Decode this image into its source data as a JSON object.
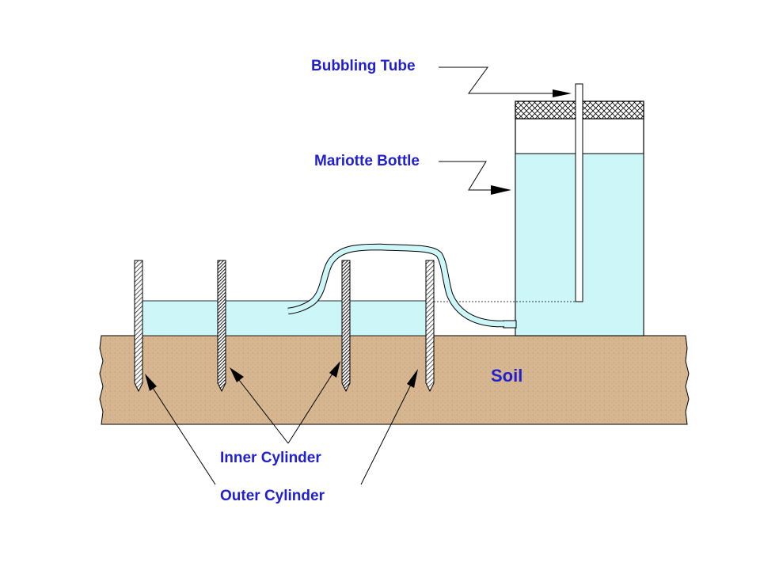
{
  "labels": {
    "bubbling_tube": "Bubbling Tube",
    "mariotte_bottle": "Mariotte Bottle",
    "soil": "Soil",
    "inner_cylinder": "Inner Cylinder",
    "outer_cylinder": "Outer Cylinder"
  },
  "colors": {
    "water": "#ccf6f8",
    "soil": "#d6b690",
    "label_text": "#1f1fd0",
    "outline": "#000000"
  }
}
